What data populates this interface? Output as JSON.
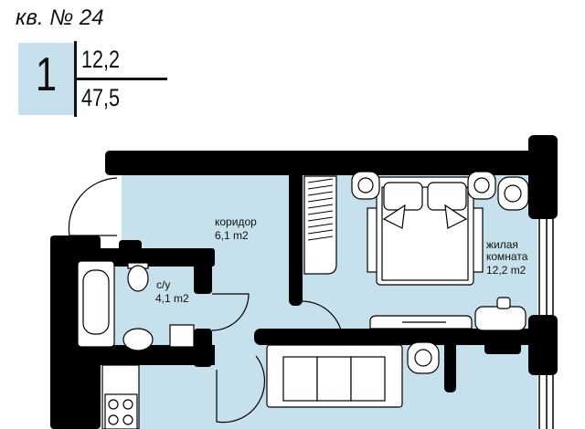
{
  "apartment": {
    "title": "кв. № 24",
    "rooms": "1",
    "living_area": "12,2",
    "total_area": "47,5"
  },
  "rooms": [
    {
      "name": "коридор",
      "area": "6,1 m2"
    },
    {
      "name": "с/у",
      "area": "4,1 m2"
    },
    {
      "name_line1": "жилая",
      "name_line2": "комната",
      "area": "12,2 m2"
    }
  ],
  "colors": {
    "floor": "#c6e1ec",
    "wall": "#000000"
  }
}
